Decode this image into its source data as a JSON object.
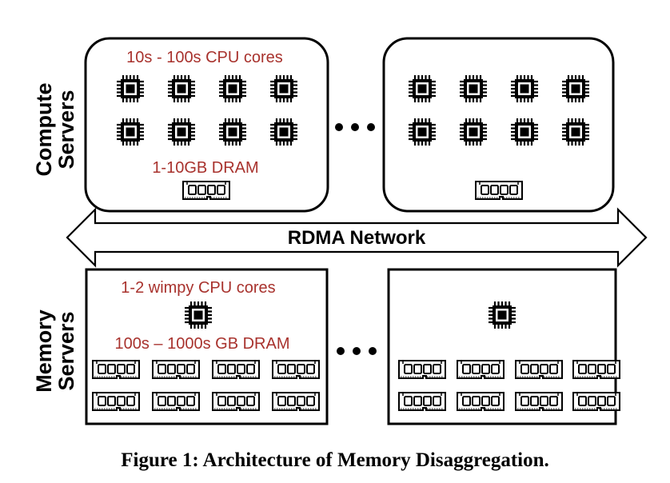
{
  "side_labels": {
    "compute_line1": "Compute",
    "compute_line2": "Servers",
    "memory_line1": "Memory",
    "memory_line2": "Servers"
  },
  "compute_server": {
    "cpu_text": "10s - 100s CPU cores",
    "dram_text": "1-10GB DRAM"
  },
  "network": {
    "label": "RDMA Network"
  },
  "memory_server": {
    "cpu_text": "1-2 wimpy CPU cores",
    "dram_text": "100s – 1000s GB DRAM"
  },
  "caption": "Figure 1: Architecture of Memory Disaggregation.",
  "icons": [
    "cpu-chip-icon",
    "dram-module-icon",
    "ellipsis-icon",
    "double-arrow-icon"
  ],
  "colors": {
    "annotation": "#a8322d",
    "stroke": "#000000"
  }
}
